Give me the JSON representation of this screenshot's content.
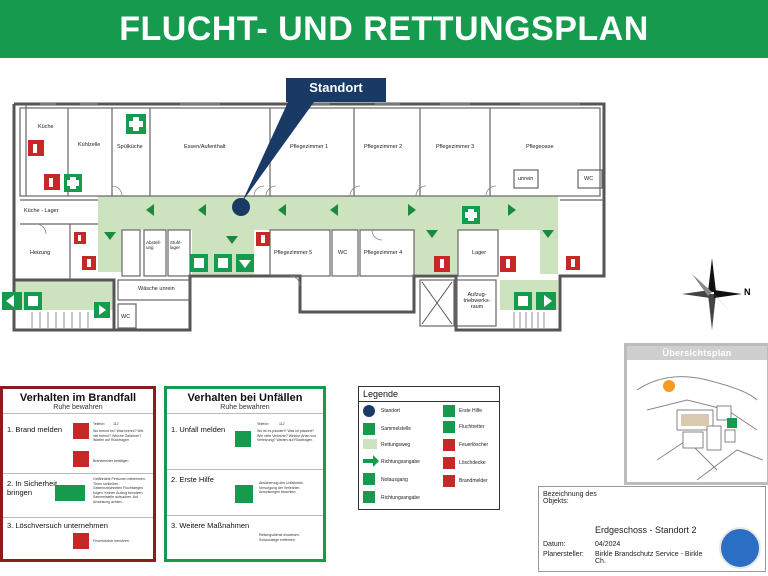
{
  "header": {
    "title": "FLUCHT- UND RETTUNGSPLAN"
  },
  "standort_label": "Standort",
  "rooms": {
    "kueche": "Küche",
    "kuehlzelle": "Kühlzelle",
    "spuelkueche": "Spülküche",
    "essen": "Essen/Aufenthalt",
    "pflege1": "Pflegezimmer 1",
    "pflege2": "Pflegezimmer 2",
    "pflege3": "Pflegezimmer 3",
    "pflegeoase": "Pflegeoase",
    "unrein": "unrein",
    "wc": "WC",
    "kueche_lager": "Küche - Lager",
    "heizung": "Heizung",
    "abstellung": "Abstell-ung",
    "stuhl": "Stuhl-lager",
    "pflege5": "Pflegezimmer 5",
    "pflege4": "Pflegezimmer 4",
    "lager": "Lager",
    "aufzug": "Aufzug-triebwerks-raum",
    "waesche": "Wäsche unrein",
    "wc2": "WC"
  },
  "brand": {
    "title": "Verhalten im Brandfall",
    "subtitle": "Ruhe bewahren",
    "s1": "1. Brand melden",
    "s1_phone_label": "Telefon:",
    "s1_phone": "112",
    "s1_text": "Wo brennt es? Was brennt? Wie viel brennt? Welche Gefahren? Warten auf Rückfragen",
    "s1_melder": "Brandmelder betätigen",
    "s2": "2. In Sicherheit bringen",
    "s2_text": "Gefährdete Personen mitnehmen. Türen schließen. Gekennzeichneten Fluchtwegen folgen. Keinen Aufzug benutzen. Sammelstelle aufsuchen. Auf Anweisung achten.",
    "s3": "3. Löschversuch unternehmen",
    "s3_text": "Feuerlöscher benutzen"
  },
  "unfall": {
    "title": "Verhalten bei Unfällen",
    "subtitle": "Ruhe bewahren",
    "s1": "1. Unfall melden",
    "s1_phone_label": "Telefon:",
    "s1_phone": "112",
    "s1_text": "Wo ist es passiert? Was ist passiert? Wie viele Verletzte? Welche Arten von Verletzung? Warten auf Rückfragen",
    "s2": "2. Erste Hilfe",
    "s2_text": "Absicherung des Unfallortes. Versorgung der Verletzten. Anweisungen beachten.",
    "s3": "3. Weitere Maßnahmen",
    "s3_text": "Rettungsdienst einweisen. Schaulustige entfernen."
  },
  "legend": {
    "title": "Legende",
    "items": [
      "Standort",
      "Sammelstelle",
      "Rettungsweg",
      "Richtungsangabe",
      "Notausgang",
      "Richtungsangabe",
      "Erste Hilfe",
      "Fluchtretter",
      "Feuerlöscher",
      "Löschdecke",
      "Brandmelder"
    ]
  },
  "overview": {
    "title": "Übersichtsplan"
  },
  "info": {
    "bez_label": "Bezeichnung des Objekts:",
    "bez_value": "Erdgeschoss - Standort 2",
    "datum_label": "Datum:",
    "datum_value": "04/2024",
    "planer_label": "Planersteller:",
    "planer_value": "Birkle Brandschutz Service - Birkle Ch."
  },
  "compass": {
    "north": "N"
  },
  "colors": {
    "header_green": "#169b4e",
    "route_green": "#cde3c0",
    "fire_red": "#c62828",
    "navy": "#1a3a66",
    "panel_red": "#8b1d1d"
  }
}
